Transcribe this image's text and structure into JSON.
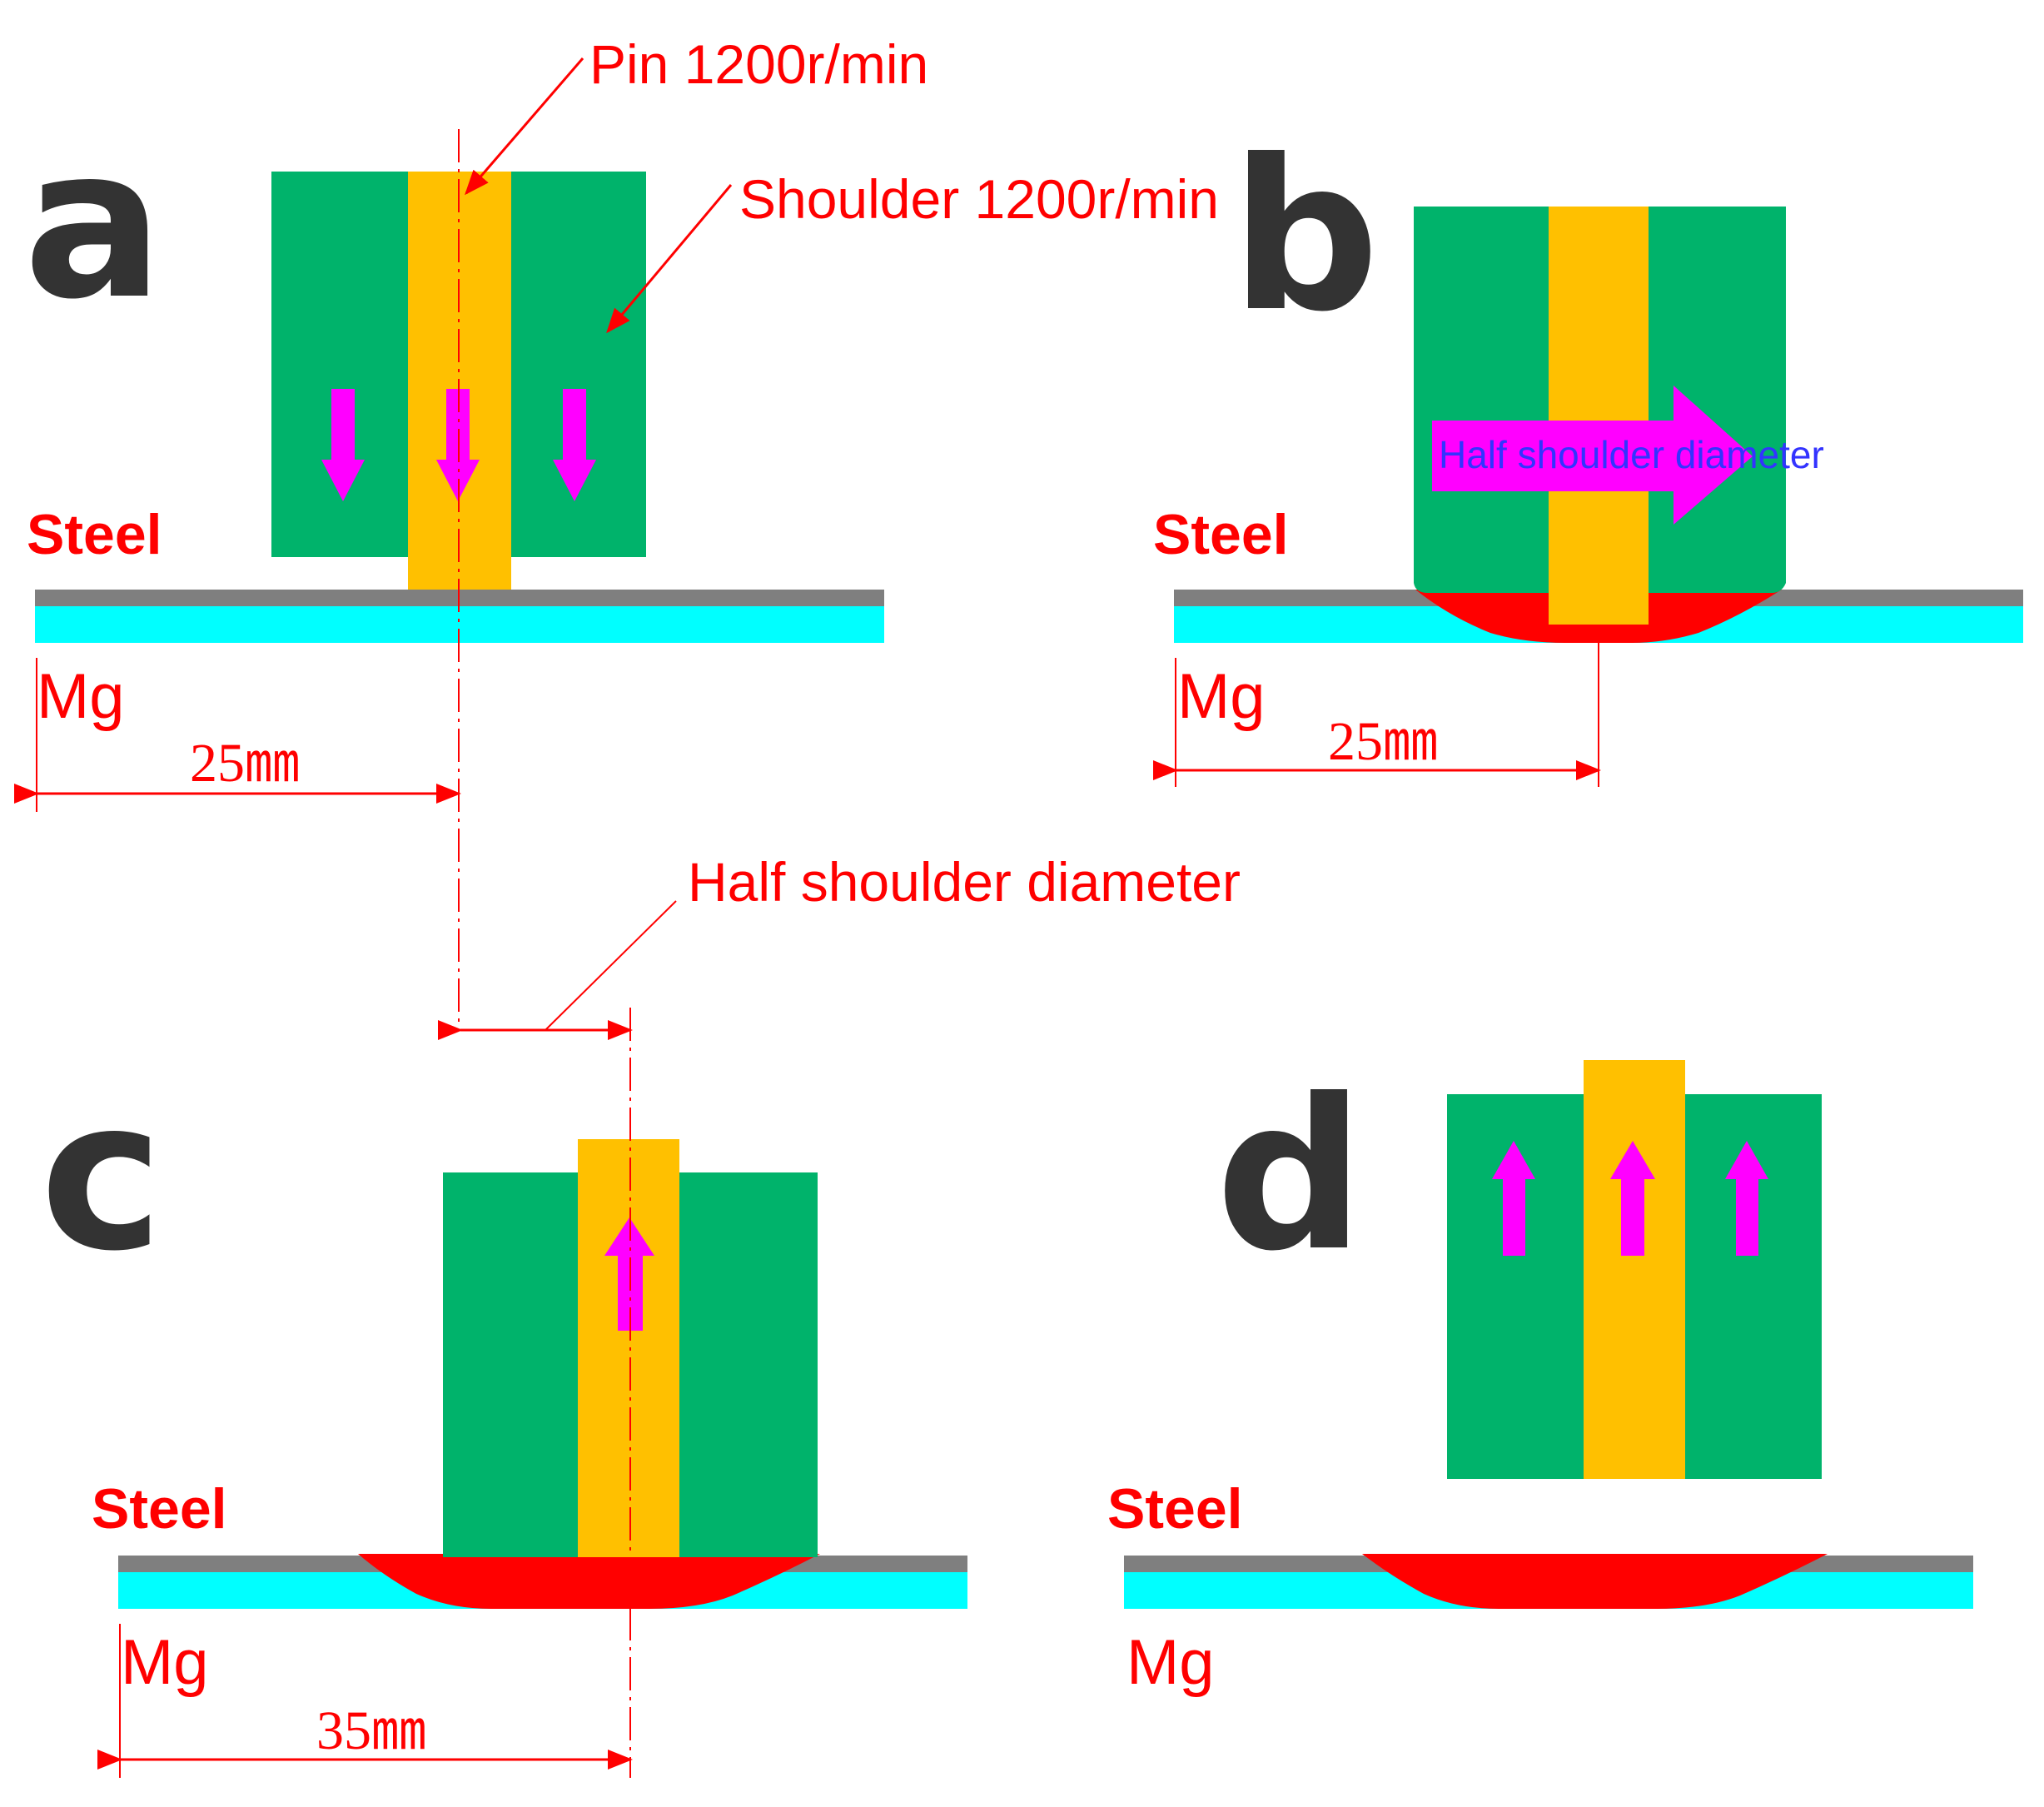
{
  "colors": {
    "shoulder": "#00B36B",
    "pin": "#FFC000",
    "steel": "#7F7F7F",
    "mg": "#00FFFF",
    "weld_zone": "#FF0000",
    "motion_arrow": "#FF00FF",
    "annotation": "#FF0000",
    "inner_label": "#3333FF",
    "panel_letter": "#333333"
  },
  "icons": {
    "motion": "magenta-block-arrow",
    "dimension": "red-double-headed-arrow"
  },
  "panels": {
    "a": {
      "letter": "a",
      "steel": "Steel",
      "mg": "Mg",
      "dimension": "25㎜",
      "motion": "down"
    },
    "b": {
      "letter": "b",
      "steel": "Steel",
      "mg": "Mg",
      "dimension": "25㎜",
      "motion": "right",
      "arrow_text": "Half shoulder diameter"
    },
    "c": {
      "letter": "c",
      "steel": "Steel",
      "mg": "Mg",
      "dimension": "35㎜",
      "motion": "up"
    },
    "d": {
      "letter": "d",
      "steel": "Steel",
      "mg": "Mg",
      "motion": "up"
    }
  },
  "callouts": {
    "pin": "Pin 1200r/min",
    "shoulder": "Shoulder 1200r/min",
    "offset": "Half shoulder diameter"
  }
}
